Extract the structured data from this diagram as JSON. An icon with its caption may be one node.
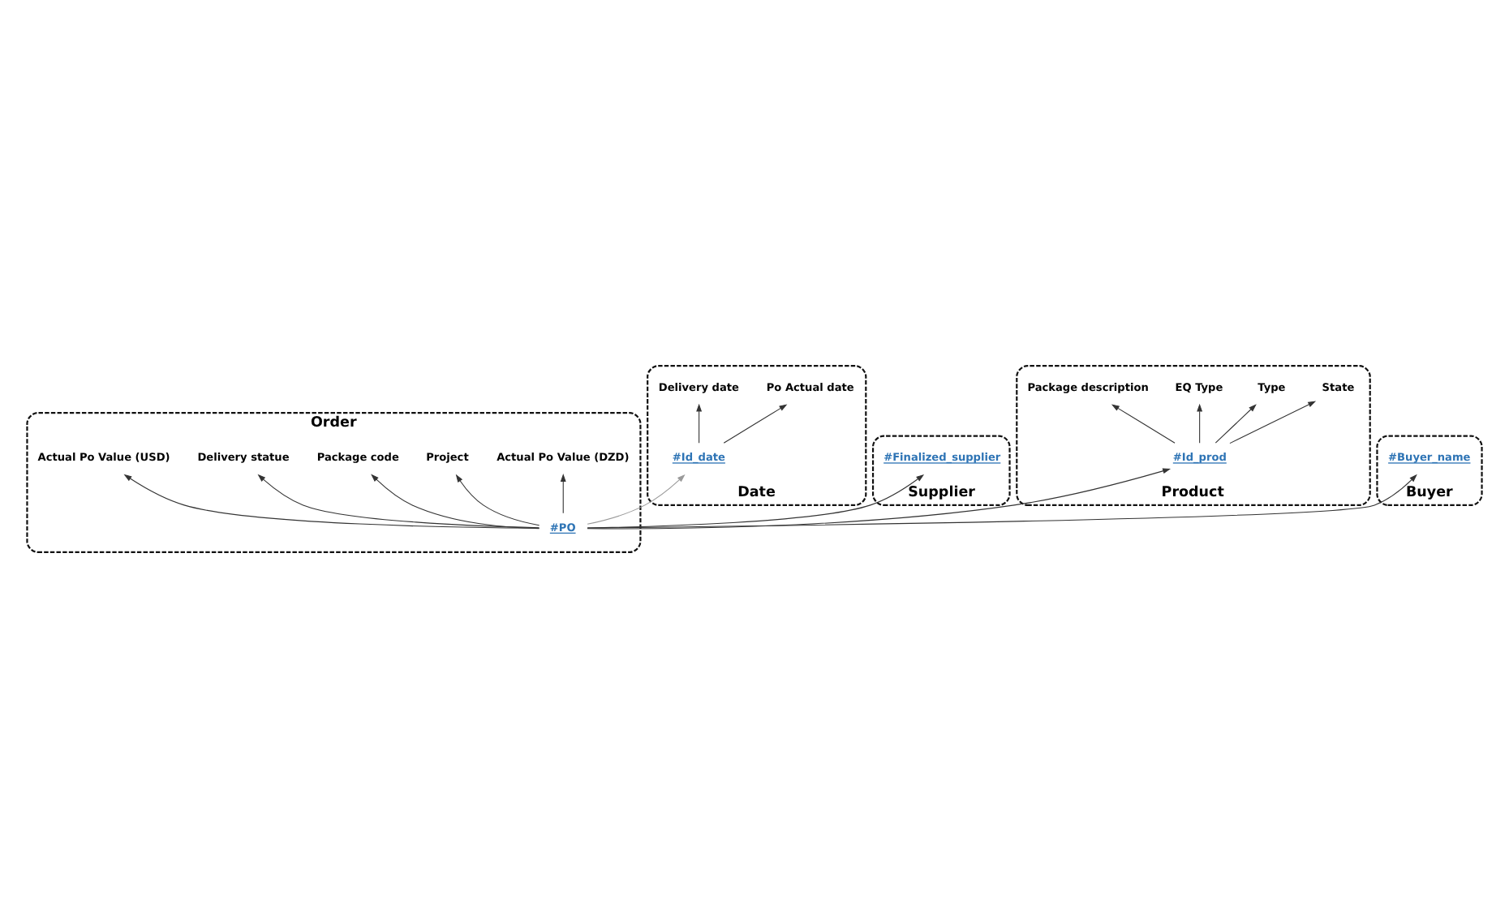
{
  "diagram": {
    "nodes": [
      {
        "text": [
          "Date"
        ]
      },
      {
        "text": [
          "#Id_date"
        ],
        "in": 0
      },
      {
        "text": [
          "Delivery date"
        ],
        "in": 0
      },
      {
        "text": [
          "Po Actual date"
        ],
        "in": 0
      },
      {
        "text": [
          "Supplier"
        ]
      },
      {
        "text": [
          "#Finalized_supplier"
        ],
        "in": 4
      },
      {
        "text": [
          "Product"
        ]
      },
      {
        "text": [
          "#Id_prod"
        ],
        "in": 6
      },
      {
        "text": [
          "Package description"
        ],
        "in": 6
      },
      {
        "text": [
          "EQ Type"
        ],
        "in": 6
      },
      {
        "text": [
          "Type"
        ],
        "in": 6
      },
      {
        "text": [
          "State"
        ],
        "in": 6
      },
      {
        "text": [
          "Buyer"
        ]
      },
      {
        "text": [
          "#Buyer_name"
        ],
        "in": 12
      },
      {
        "text": [
          "Order"
        ]
      },
      {
        "text": [
          "#PO"
        ],
        "in": 14
      },
      {
        "text": [
          "Actual Po Value (USD)"
        ],
        "in": 14
      },
      {
        "text": [
          "Delivery statue"
        ],
        "in": 14
      },
      {
        "text": [
          "Package code"
        ],
        "in": 14
      },
      {
        "text": [
          "Project"
        ],
        "in": 14
      },
      {
        "text": [
          "Actual Po Value (DZD)"
        ],
        "in": 14
      }
    ],
    "edges": [
      {
        "from": 1,
        "to": 2,
        "arrow": "to"
      },
      {
        "from": 1,
        "to": 3,
        "arrow": "to"
      },
      {
        "from": 15,
        "to": 1,
        "arrow": "to",
        "color": "#999999"
      },
      {
        "from": 15,
        "to": 5,
        "arrow": "to"
      },
      {
        "from": 15,
        "to": 7,
        "arrow": "to"
      },
      {
        "from": 15,
        "to": 13,
        "arrow": "to"
      },
      {
        "from": 7,
        "to": 8,
        "arrow": "to"
      },
      {
        "from": 7,
        "to": 9,
        "arrow": "to"
      },
      {
        "from": 7,
        "to": 10,
        "arrow": "to"
      },
      {
        "from": 7,
        "to": 11,
        "arrow": "to"
      },
      {
        "from": 15,
        "to": 16,
        "arrow": "to"
      },
      {
        "from": 15,
        "to": 17,
        "arrow": "to"
      },
      {
        "from": 15,
        "to": 18,
        "arrow": "to"
      },
      {
        "from": 15,
        "to": 19,
        "arrow": "to"
      },
      {
        "from": 15,
        "to": 20,
        "arrow": "to"
      }
    ]
  }
}
